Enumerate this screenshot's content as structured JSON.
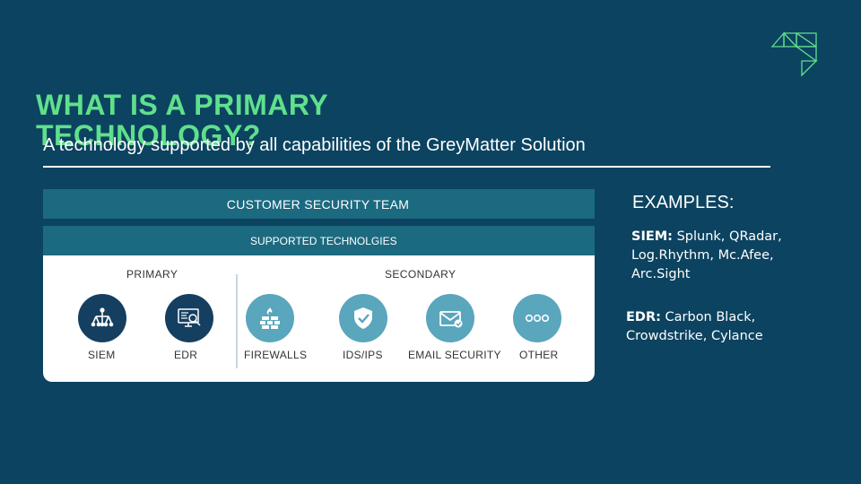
{
  "slide": {
    "title": "WHAT IS A PRIMARY TECHNOLOGY?",
    "subtitle": "A technology supported by all capabilities of the GreyMatter Solution"
  },
  "diagram": {
    "top_band": "CUSTOMER SECURITY TEAM",
    "second_band": "SUPPORTED TECHNOLGIES",
    "primary_label": "PRIMARY",
    "secondary_label": "SECONDARY",
    "items": [
      {
        "label": "SIEM",
        "icon": "network-hierarchy-icon"
      },
      {
        "label": "EDR",
        "icon": "monitor-search-icon"
      },
      {
        "label": "FIREWALLS",
        "icon": "firewall-icon"
      },
      {
        "label": "IDS/IPS",
        "icon": "shield-check-icon"
      },
      {
        "label": "EMAIL SECURITY",
        "icon": "envelope-icon"
      },
      {
        "label": "OTHER",
        "icon": "ellipsis-icon"
      }
    ]
  },
  "examples": {
    "heading": "EXAMPLES:",
    "siem_label": "SIEM:",
    "siem_text": " Splunk, QRadar, Log.Rhythm, Mc.Afee, Arc.Sight",
    "edr_label": "EDR:",
    "edr_text": " Carbon Black, Crowdstrike, Cylance"
  },
  "colors": {
    "background": "#0c4360",
    "title": "#5fe08c",
    "band": "#1c6a80",
    "primary_icon_bg": "#153f60",
    "secondary_icon_bg": "#59a6bd"
  }
}
